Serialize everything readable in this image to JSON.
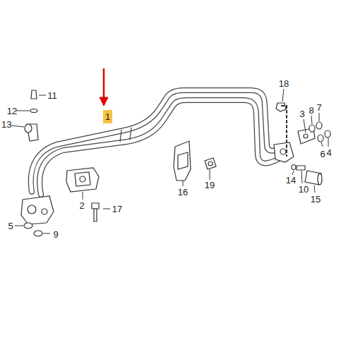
{
  "diagram": {
    "nodes": [
      {
        "text": [
          "1"
        ]
      }
    ],
    "labels": [
      "11",
      "12",
      "13",
      "18",
      "3",
      "8",
      "7",
      "6",
      "4",
      "16",
      "19",
      "14",
      "10",
      "2",
      "17",
      "15",
      "5",
      "9"
    ]
  }
}
